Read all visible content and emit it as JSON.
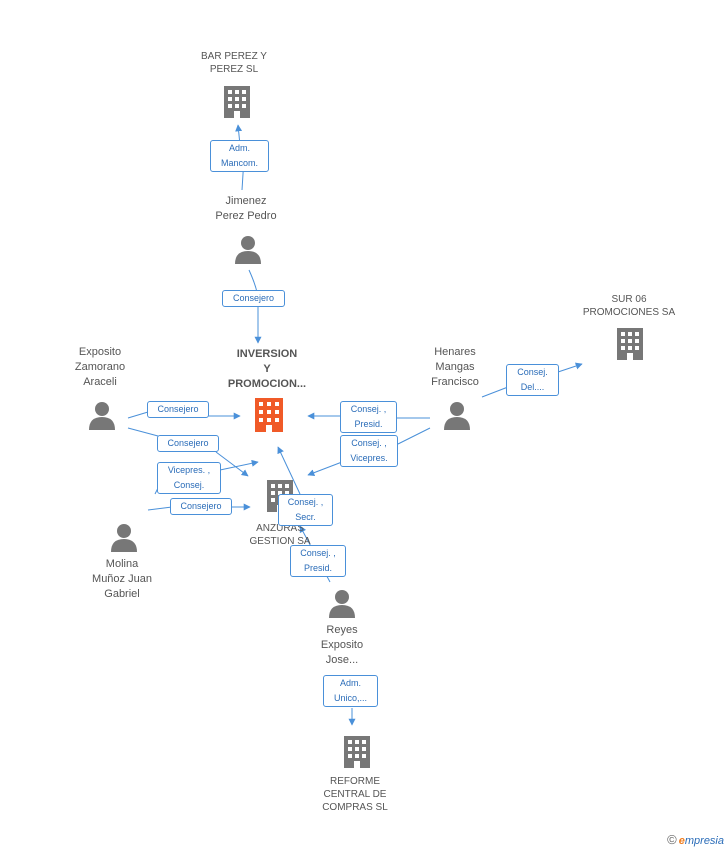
{
  "colors": {
    "edge": "#4a90d9",
    "icon": "#777777",
    "main": "#f05a28"
  },
  "nodes": {
    "bar_perez": {
      "label": "BAR PEREZ Y\nPEREZ SL",
      "kind": "company"
    },
    "jimenez": {
      "label": "Jimenez\nPerez Pedro",
      "kind": "person"
    },
    "inversion": {
      "label": "INVERSION\nY\nPROMOCION...",
      "kind": "main-company"
    },
    "sur06": {
      "label": "SUR 06\nPROMOCIONES SA",
      "kind": "company"
    },
    "exposito": {
      "label": "Exposito\nZamorano\nAraceli",
      "kind": "person"
    },
    "henares": {
      "label": "Henares\nMangas\nFrancisco",
      "kind": "person"
    },
    "anzuras": {
      "label": "ANZURAS\nGESTION SA",
      "kind": "company"
    },
    "molina": {
      "label": "Molina\nMuñoz Juan\nGabriel",
      "kind": "person"
    },
    "reyes": {
      "label": "Reyes\nExposito\nJose...",
      "kind": "person"
    },
    "reforme": {
      "label": "REFORME\nCENTRAL DE\nCOMPRAS SL",
      "kind": "company"
    }
  },
  "edges": [
    {
      "label": "Adm.\nMancom."
    },
    {
      "label": "Consejero"
    },
    {
      "label": "Consej.\nDel...."
    },
    {
      "label": "Consejero"
    },
    {
      "label": "Consej. ,\nPresid."
    },
    {
      "label": "Consej. ,\nVicepres."
    },
    {
      "label": "Consejero"
    },
    {
      "label": "Vicepres. ,\nConsej."
    },
    {
      "label": "Consejero"
    },
    {
      "label": "Consej. ,\nSecr."
    },
    {
      "label": "Consej. ,\nPresid."
    },
    {
      "label": "Adm.\nUnico,..."
    }
  ],
  "brand": {
    "copyright": "©",
    "initial": "e",
    "name": "mpresia"
  }
}
